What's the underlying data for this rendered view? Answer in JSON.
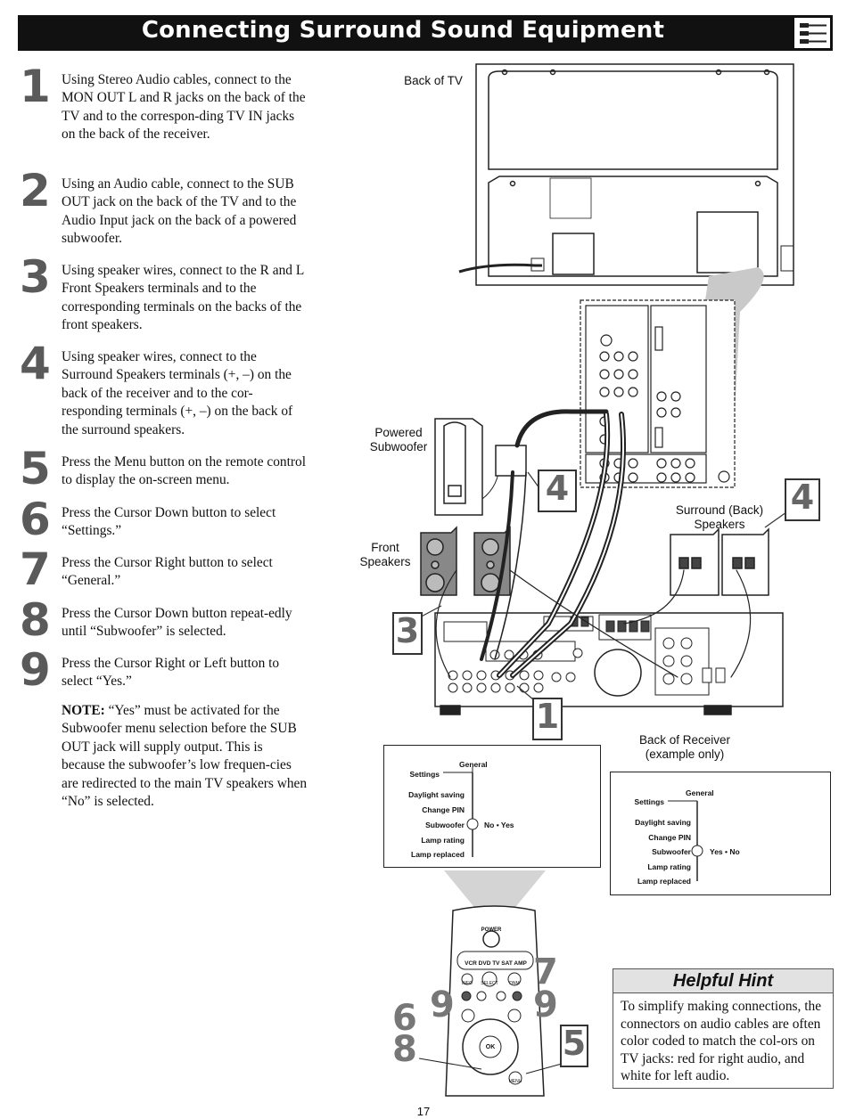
{
  "title": "Connecting Surround Sound Equipment",
  "steps": [
    {
      "num": "1",
      "text": "Using Stereo Audio cables, connect to the MON OUT L and R jacks on the back of the TV and to the correspon-ding TV IN jacks on the back of the receiver."
    },
    {
      "num": "2",
      "text": "Using an Audio cable, connect to the SUB OUT jack on the back of the TV and to the Audio Input jack on the back of a powered subwoofer."
    },
    {
      "num": "3",
      "text": "Using speaker wires, connect to the R and L Front Speakers terminals and to the corresponding terminals on the backs of the front speakers."
    },
    {
      "num": "4",
      "text": "Using speaker wires, connect to the Surround Speakers terminals (+, –) on the back of the receiver and to the cor-responding terminals (+, –) on the back of the surround speakers."
    },
    {
      "num": "5",
      "text": "Press the Menu button on the remote control to display the on-screen menu."
    },
    {
      "num": "6",
      "text": "Press the Cursor Down button to select “Settings.”"
    },
    {
      "num": "7",
      "text": "Press the Cursor Right button to select “General.”"
    },
    {
      "num": "8",
      "text": "Press the Cursor Down button repeat-edly until “Subwoofer” is selected."
    },
    {
      "num": "9",
      "text": "Press the Cursor Right or Left button to select “Yes.”"
    }
  ],
  "note": {
    "label": "NOTE:",
    "text": " “Yes” must be activated for the Subwoofer menu selection before the SUB OUT jack will supply output. This is because the subwoofer’s low frequen-cies are redirected to the main TV speakers when “No” is selected."
  },
  "diagram": {
    "back_of_tv": "Back of TV",
    "powered_subwoofer": "Powered Subwoofer",
    "front_speakers": "Front Speakers",
    "surround_speakers": "Surround (Back) Speakers",
    "back_of_receiver": "Back of Receiver (example only)",
    "callouts": [
      "4",
      "4",
      "3",
      "1"
    ]
  },
  "menu1": {
    "settings": "Settings",
    "general": "General",
    "items": [
      "Daylight saving",
      "Change PIN",
      "Subwoofer",
      "Lamp rating",
      "Lamp replaced"
    ],
    "options": "No • Yes"
  },
  "menu2": {
    "settings": "Settings",
    "general": "General",
    "items": [
      "Daylight saving",
      "Change PIN",
      "Subwoofer",
      "Lamp rating",
      "Lamp replaced"
    ],
    "options": "Yes • No"
  },
  "remote": {
    "power": "POWER",
    "sources": "VCR DVD TV SAT AMP",
    "keys": [
      "INFO",
      "SELECT",
      "DNM",
      "OK",
      "MENU"
    ],
    "callouts": [
      "9",
      "7",
      "9",
      "6",
      "8",
      "5"
    ]
  },
  "hint": {
    "title": "Helpful Hint",
    "text": "To simplify making connections, the connectors on audio cables are often color coded to match the col-ors on TV jacks: red for right audio, and white for left audio."
  },
  "page_number": "17"
}
